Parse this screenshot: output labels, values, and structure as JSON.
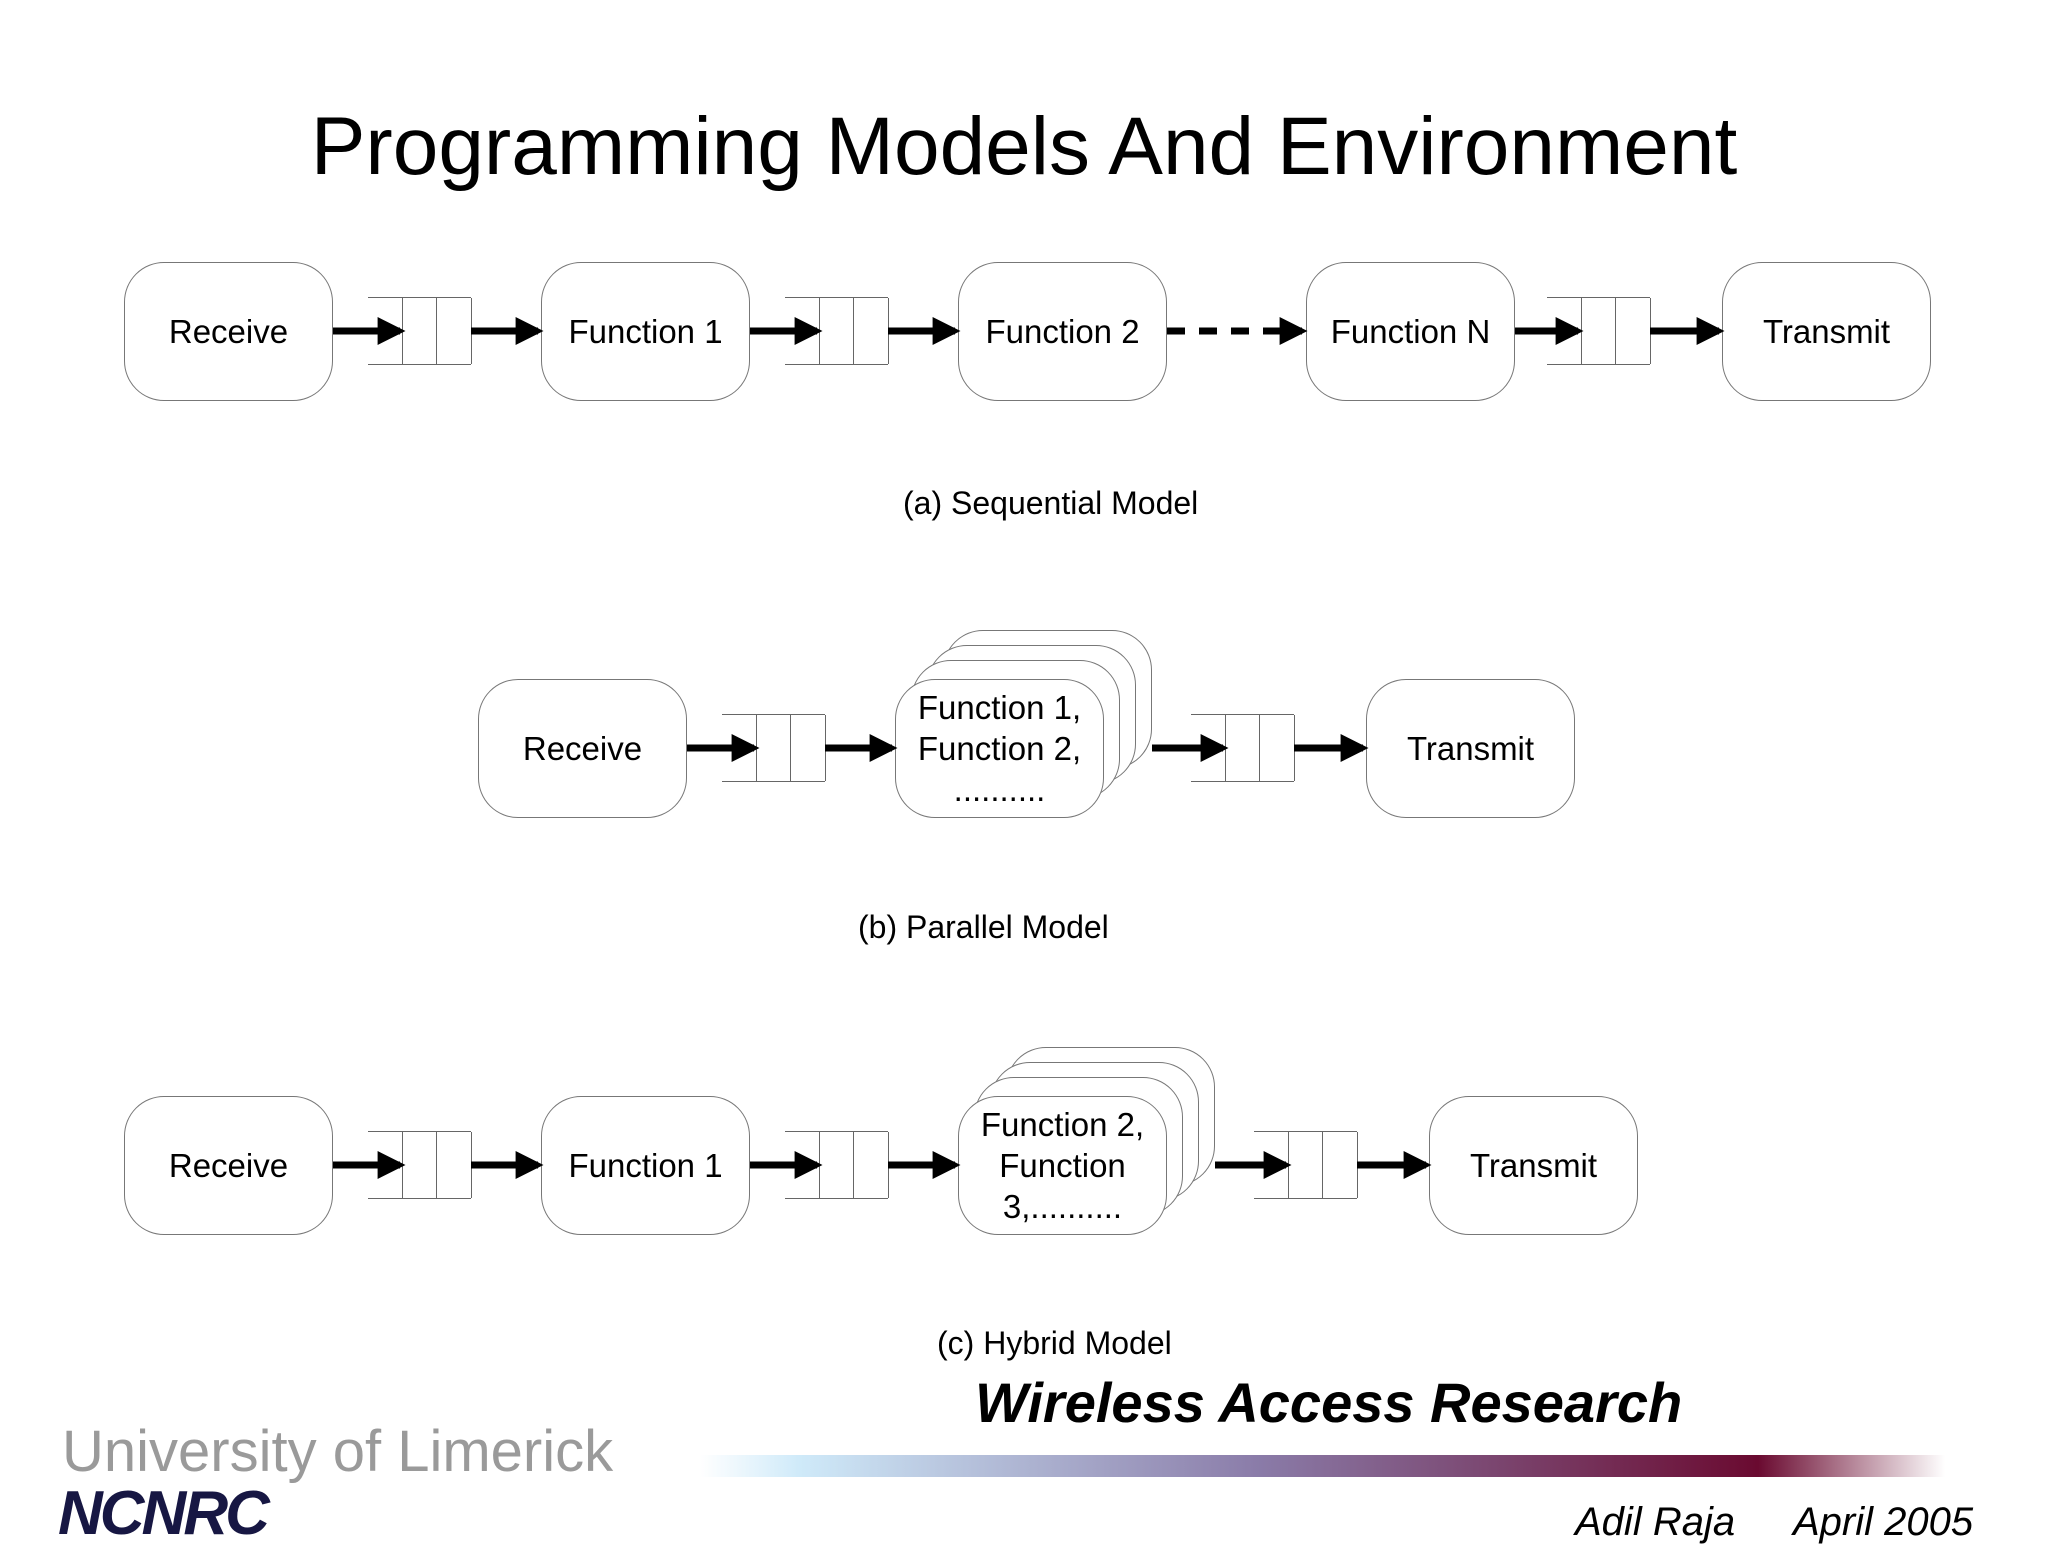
{
  "title": "Programming Models And Environment",
  "sequential": {
    "caption": "(a) Sequential Model",
    "receive": "Receive",
    "function1": "Function 1",
    "function2": "Function 2",
    "functionN": "Function N",
    "transmit": "Transmit"
  },
  "parallel": {
    "caption": "(b) Parallel Model",
    "receive": "Receive",
    "functions": [
      "Function 1,",
      "Function 2,",
      ".........."
    ],
    "transmit": "Transmit"
  },
  "hybrid": {
    "caption": "(c) Hybrid Model",
    "receive": "Receive",
    "function1": "Function 1",
    "functions": [
      "Function 2,",
      "Function",
      "3,.........."
    ],
    "transmit": "Transmit"
  },
  "footer": {
    "brand": "Wireless Access Research",
    "university": "University of Limerick",
    "logo": "NCNRC",
    "author": "Adil Raja",
    "date": "April 2005",
    "colors": {
      "gradient_start": "#cfeaf9",
      "gradient_mid": "#8a7ba8",
      "gradient_end": "#6a0a30",
      "logo": "#171743",
      "university": "#9a9a9a"
    }
  }
}
